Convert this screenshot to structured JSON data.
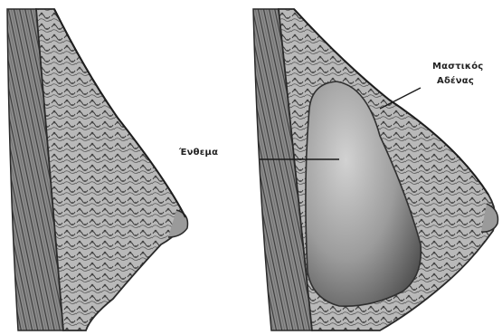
{
  "labels": {
    "implant": "Ένθεμα",
    "gland_line1": "Μαστικός",
    "gland_line2": "Αδένας"
  },
  "colors": {
    "ink": "#2a2a2a",
    "tissue": "#9a9a9a",
    "implant_light": "#c8c8c8",
    "implant_dark": "#5a5a5a",
    "background": "#ffffff"
  },
  "panels": [
    {
      "name": "normal-breast-cross-section"
    },
    {
      "name": "augmented-breast-cross-section"
    }
  ]
}
